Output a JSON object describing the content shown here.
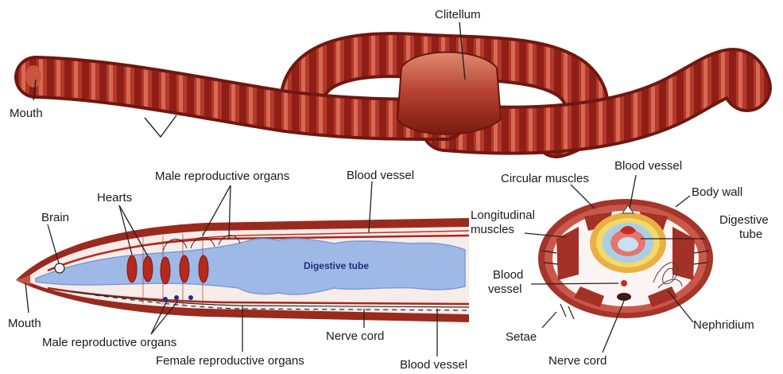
{
  "diagram": {
    "top": {
      "clitellum": "Clitellum",
      "mouth": "Mouth"
    },
    "longitudinal": {
      "male_repro_top": "Male reproductive organs",
      "hearts": "Hearts",
      "brain": "Brain",
      "blood_vessel_top": "Blood vessel",
      "digestive_tube": "Digestive tube",
      "mouth": "Mouth",
      "male_repro_bottom": "Male reproductive organs",
      "female_repro": "Female reproductive organs",
      "nerve_cord": "Nerve cord",
      "blood_vessel_bottom": "Blood vessel"
    },
    "cross_section": {
      "blood_vessel_top": "Blood vessel",
      "circular_muscles": "Circular muscles",
      "body_wall": "Body wall",
      "longitudinal_muscles_1": "Longitudinal",
      "longitudinal_muscles_2": "muscles",
      "digestive_tube_1": "Digestive",
      "digestive_tube_2": "tube",
      "blood_vessel_left_1": "Blood",
      "blood_vessel_left_2": "vessel",
      "setae": "Setae",
      "nephridium": "Nephridium",
      "nerve_cord": "Nerve cord"
    }
  }
}
